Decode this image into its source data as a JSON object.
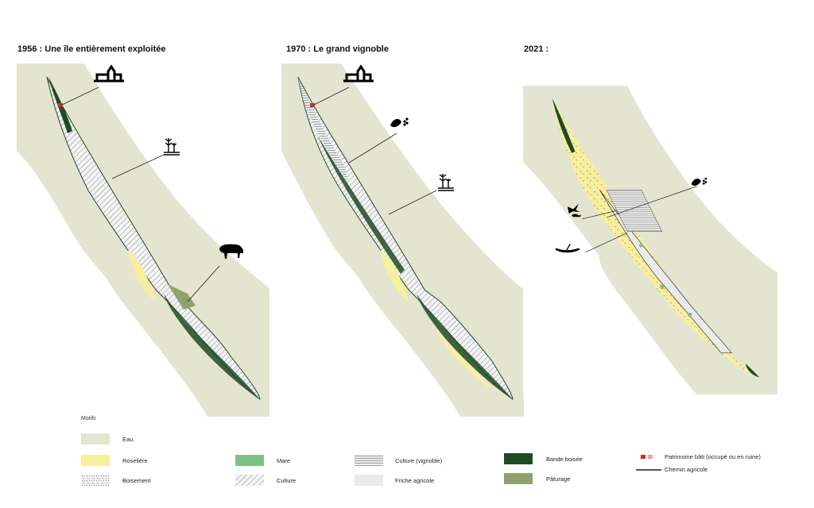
{
  "maps": [
    {
      "title": "1956 : Une île entièrement exploitée"
    },
    {
      "title": "1970 : Le grand vignoble"
    },
    {
      "title": "2021 :"
    }
  ],
  "icons": {
    "map1": [
      "church-icon",
      "crop-icon",
      "cow-icon"
    ],
    "map2": [
      "church-icon",
      "grape-icon",
      "crop-icon"
    ],
    "map3": [
      "grape-icon",
      "bird-icon",
      "boat-icon"
    ]
  },
  "legend": {
    "title": "Motifs",
    "items": [
      {
        "label": "Eau",
        "color": "#e3e5d1"
      },
      {
        "label": "Roselière",
        "color": "#f7ef9f"
      },
      {
        "label": "Boisement",
        "color": "#e9e9e9"
      },
      {
        "label": "Mare",
        "color": "#7fc285"
      },
      {
        "label": "Culture",
        "color": "#eeeeee"
      },
      {
        "label": "Culture (vignoble)",
        "color": "#bdbdbd"
      },
      {
        "label": "Friche agricole",
        "color": "#eeeeee"
      },
      {
        "label": "Bande boisée",
        "color": "#1f4a24"
      },
      {
        "label": "Pâturage",
        "color": "#8ea36b"
      },
      {
        "label": "Patrimoine bâti (occupé ou en ruine)",
        "color": "#d32a2a"
      },
      {
        "label": "Chemin agricole",
        "color": "#555555"
      }
    ]
  }
}
